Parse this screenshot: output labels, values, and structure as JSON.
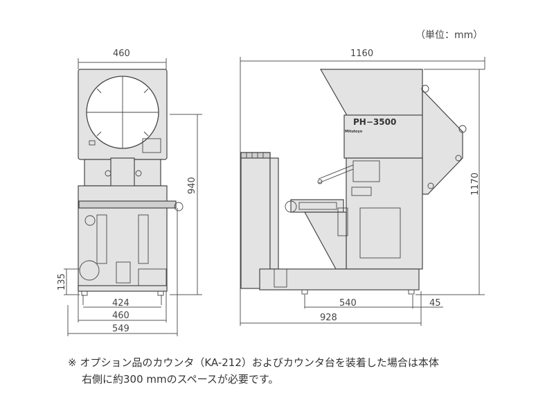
{
  "unit_label": "（単位：mm）",
  "model_name": "PH−3500",
  "brand_name": "Mitutoyo",
  "front_view": {
    "width_top": "460",
    "height": "940",
    "base_height": "135",
    "width_424": "424",
    "width_460": "460",
    "width_549": "549"
  },
  "side_view": {
    "width_top": "1160",
    "height": "1170",
    "width_540": "540",
    "width_45": "45",
    "width_928": "928"
  },
  "note": {
    "line1": "※ オプション品のカウンタ（KA-212）およびカウンタ台を装着した場合は本体",
    "line2": "右側に約300 mmのスペースが必要です。"
  }
}
